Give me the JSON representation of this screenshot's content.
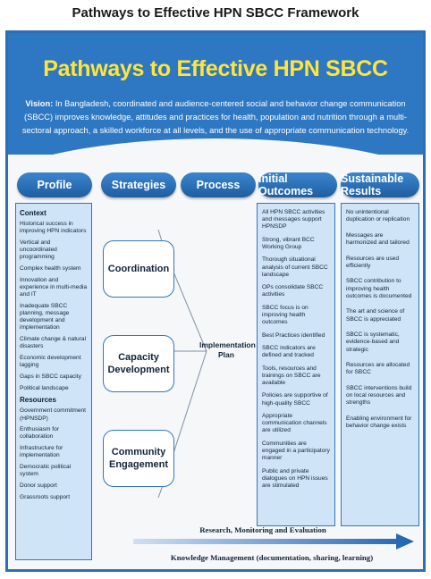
{
  "page_title": "Pathways to Effective HPN SBCC Framework",
  "banner": {
    "title": "Pathways to Effective HPN SBCC",
    "vision_label": "Vision:",
    "vision_text": "In Bangladesh, coordinated and audience-centered social and behavior change communication (SBCC) improves knowledge, attitudes and practices for health, population and nutrition through a multi-sectoral approach, a skilled workforce at all levels, and the use of appropriate communication technology."
  },
  "headers": {
    "profile": "Profile",
    "strategies": "Strategies",
    "process": "Process",
    "initial_outcomes": "Initial Outcomes",
    "sustainable_results": "Sustainable Results"
  },
  "profile": {
    "context_heading": "Context",
    "context_items": [
      "Historical success in improving HPN indicators",
      "Vertical and uncoordinated programming",
      "Complex health system",
      "Innovation and experience in multi-media and IT",
      "Inadequate SBCC planning, message development and implementation",
      "Climate change & natural disasters",
      "Economic development lagging",
      "Gaps in SBCC capacity",
      "Political landscape"
    ],
    "resources_heading": "Resources",
    "resources_items": [
      "Government commitment (HPNSDP)",
      "Enthusiasm for collaboration",
      "Infrastructure for implementation",
      "Democratic political system",
      "Donor support",
      "Grassroots support"
    ]
  },
  "strategies": [
    "Coordination",
    "Capacity Development",
    "Community Engagement"
  ],
  "process": {
    "label": "Implementation Plan"
  },
  "initial_outcomes": [
    "All HPN SBCC activities and messages support HPNSDP",
    "Strong, vibrant BCC Working Group",
    "Thorough situational analysis of current SBCC landscape",
    "OPs consolidate SBCC activities",
    "SBCC focus is on improving health outcomes",
    "Best Practices identified",
    "SBCC indicators are defined and tracked",
    "Tools, resources and trainings on SBCC are available",
    "Policies are supportive of high-quality SBCC",
    "Appropriate communication channels are utilized",
    "Communities are engaged in a participatory manner",
    "Public and private dialogues on HPN issues are stimulated"
  ],
  "sustainable_results": [
    "No unintentional duplication or replication",
    "Messages are harmonized and tailored",
    "Resources are used efficiently",
    "SBCC contribution to improving health outcomes is documented",
    "The art and science of SBCC is appreciated",
    "SBCC is systematic, evidence-based and strategic",
    "Resources are allocated for SBCC",
    "SBCC interventions build on local resources and strengths",
    "Enabling environment for behavior change exists"
  ],
  "footer": {
    "rme": "Research, Monitoring and Evaluation",
    "km": "Knowledge Management (documentation, sharing, learning)"
  },
  "colors": {
    "banner_blue": "#2e77c2",
    "title_yellow": "#ffe53b",
    "column_fill": "#cfe4f6",
    "arrow_start": "#cfe0f3",
    "arrow_end": "#1f63b0"
  }
}
